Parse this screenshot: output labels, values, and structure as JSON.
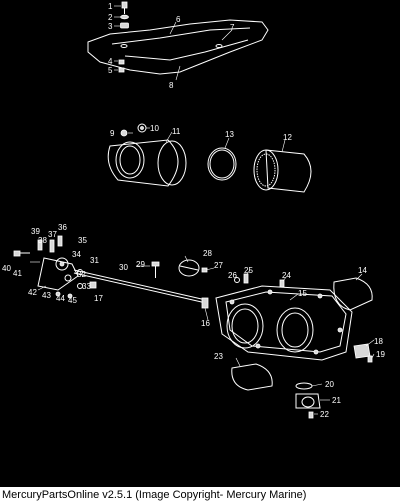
{
  "footer": {
    "text": "MercuryPartsOnline v2.5.1 (Image Copyright- Mercury Marine)"
  },
  "callouts": {
    "c1": "1",
    "c2": "2",
    "c3": "3",
    "c4": "4",
    "c5": "5",
    "c6": "6",
    "c7": "7",
    "c8": "8",
    "c9": "9",
    "c10": "10",
    "c11": "11",
    "c12": "12",
    "c13": "13",
    "c14": "14",
    "c15": "15",
    "c16": "16",
    "c17": "17",
    "c18": "18",
    "c19": "19",
    "c20": "20",
    "c21": "21",
    "c22": "22",
    "c23": "23",
    "c24": "24",
    "c25": "25",
    "c26": "26",
    "c27": "27",
    "c28": "28",
    "c29": "29",
    "c30": "30",
    "c31": "31",
    "c32": "32",
    "c33": "33",
    "c34": "34",
    "c35": "35",
    "c36": "36",
    "c37": "37",
    "c38": "38",
    "c39": "39",
    "c40": "40",
    "c41": "41",
    "c42": "42",
    "c43": "43",
    "c44": "44",
    "c45": "45"
  }
}
